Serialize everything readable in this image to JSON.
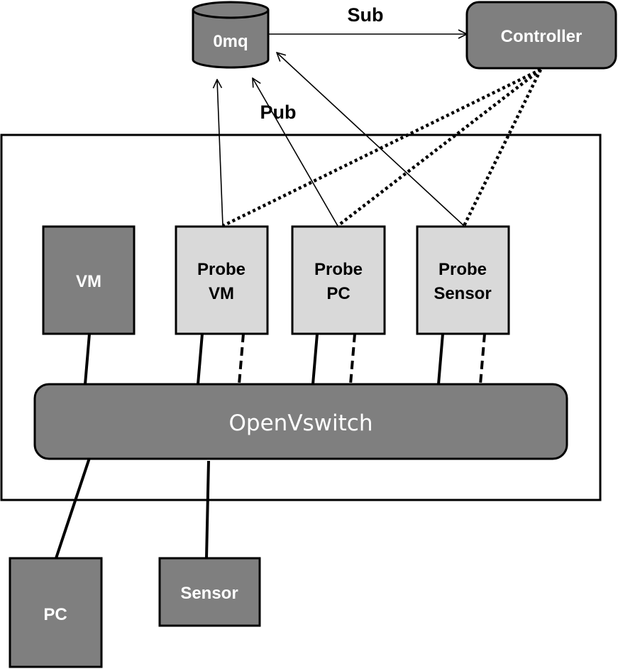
{
  "nodes": {
    "zmq": "0mq",
    "controller": "Controller",
    "vm": "VM",
    "probe_vm": [
      "Probe",
      "VM"
    ],
    "probe_pc": [
      "Probe",
      "PC"
    ],
    "probe_sensor": [
      "Probe",
      "Sensor"
    ],
    "openvswitch": "OpenVswitch",
    "pc": "PC",
    "sensor": "Sensor"
  },
  "edges": {
    "sub_label": "Sub",
    "pub_label": "Pub"
  },
  "colors": {
    "dark_node": "#7f7f7f",
    "light_node": "#d9d9d9",
    "line": "#000000",
    "background": "#ffffff"
  }
}
